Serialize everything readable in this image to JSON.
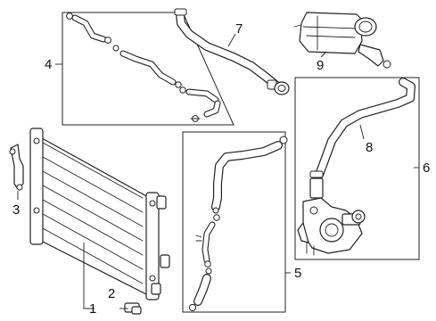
{
  "callouts": [
    {
      "id": "1",
      "label": "1"
    },
    {
      "id": "2",
      "label": "2"
    },
    {
      "id": "3",
      "label": "3"
    },
    {
      "id": "4",
      "label": "4"
    },
    {
      "id": "5",
      "label": "5"
    },
    {
      "id": "6",
      "label": "6"
    },
    {
      "id": "7",
      "label": "7"
    },
    {
      "id": "8",
      "label": "8"
    },
    {
      "id": "9",
      "label": "9"
    }
  ],
  "parts": [
    {
      "callout": "1",
      "icon": "radiator-icon"
    },
    {
      "callout": "2",
      "icon": "drain-plug-icon"
    },
    {
      "callout": "3",
      "icon": "bracket-icon"
    },
    {
      "callout": "4",
      "icon": "hose-group-icon"
    },
    {
      "callout": "5",
      "icon": "hose-group-icon"
    },
    {
      "callout": "6",
      "icon": "pump-assembly-icon"
    },
    {
      "callout": "7",
      "icon": "hose-icon"
    },
    {
      "callout": "8",
      "icon": "hose-icon"
    },
    {
      "callout": "9",
      "icon": "reservoir-icon"
    }
  ],
  "colors": {
    "line": "#222222",
    "background": "#ffffff"
  }
}
